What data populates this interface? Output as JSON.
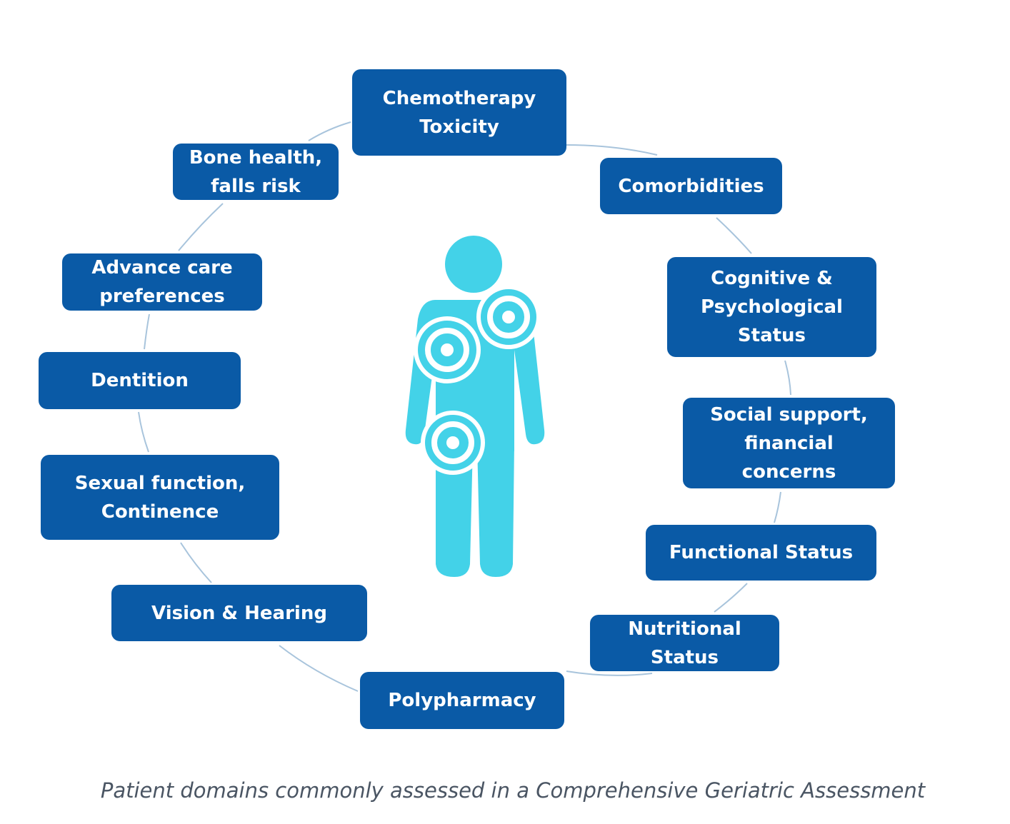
{
  "colors": {
    "box": "#0a5aa6",
    "box_text": "#ffffff",
    "ring": "#a8c4dc",
    "figure": "#43d2e8",
    "caption": "#4a5563"
  },
  "domains": {
    "chemotherapy": "Chemotherapy\nToxicity",
    "comorbidities": "Comorbidities",
    "cognitive": "Cognitive &\nPsychological\nStatus",
    "social": "Social support,\nfinancial\nconcerns",
    "functional": "Functional Status",
    "nutritional": "Nutritional\nStatus",
    "polypharmacy": "Polypharmacy",
    "vision": "Vision & Hearing",
    "sexual": "Sexual function,\nContinence",
    "dentition": "Dentition",
    "advance_care": "Advance care\npreferences",
    "bone_health": "Bone health,\nfalls risk"
  },
  "figure_icon": "person-with-target-markers-icon",
  "caption": "Patient domains commonly assessed in a Comprehensive Geriatric Assessment"
}
